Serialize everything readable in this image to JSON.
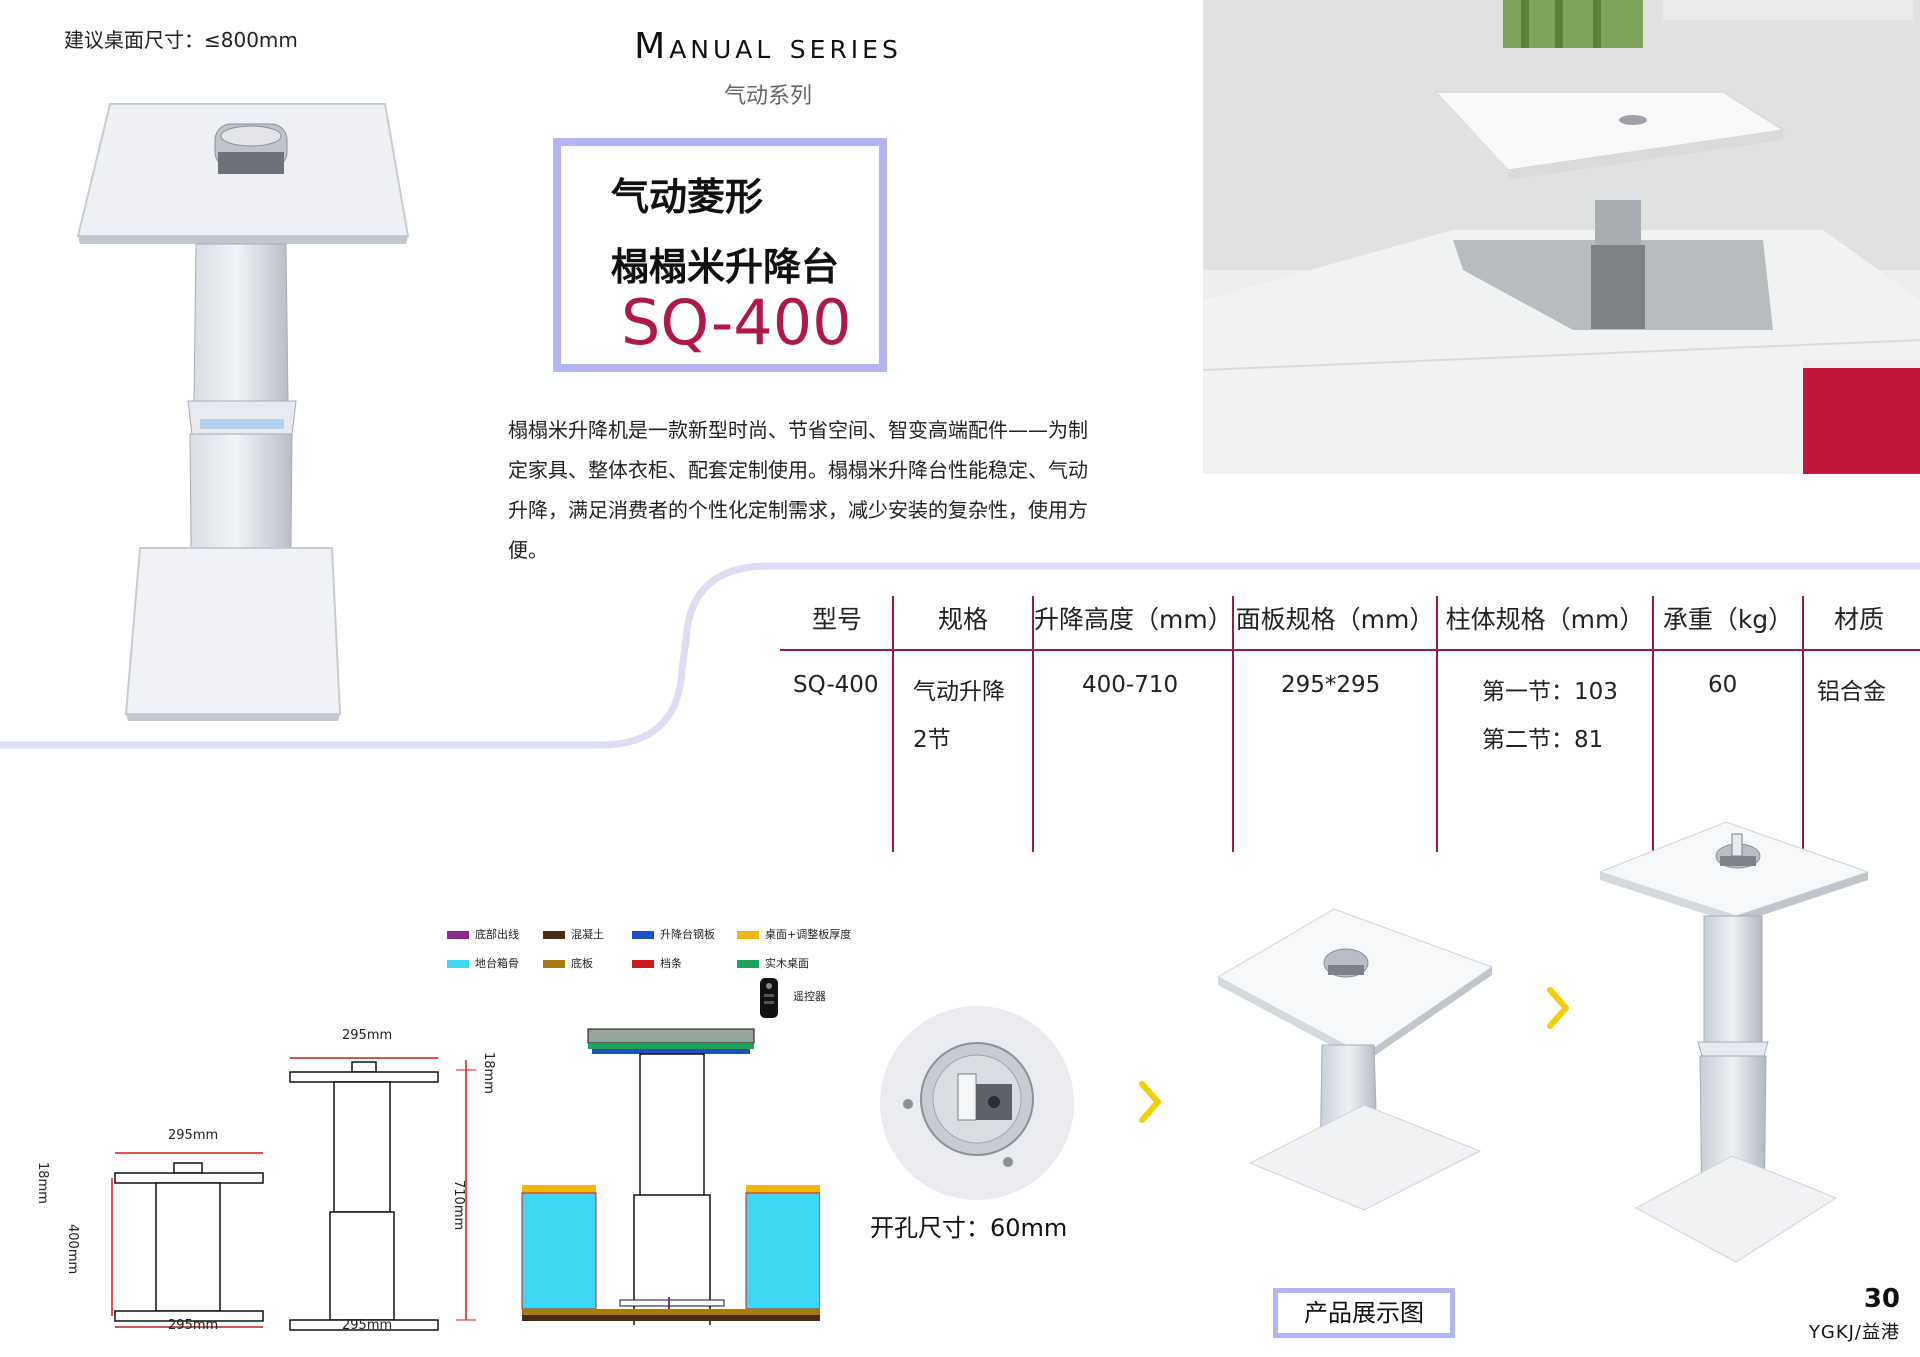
{
  "header": {
    "suggest_size": "建议桌面尺寸：≤800mm",
    "series_en": "Manual series",
    "series_cn": "气动系列"
  },
  "title": {
    "line1": "气动菱形",
    "line2": "榻榻米升降台",
    "model": "SQ-400"
  },
  "description": [
    "榻榻米升降机是一款新型时尚、节省空间、智变高端配件——为制",
    "定家具、整体衣柜、配套定制使用。榻榻米升降台性能稳定、气动",
    "升降，满足消费者的个性化定制需求，减少安装的复杂性，使用方",
    "便。"
  ],
  "spec_table": {
    "headers": [
      "型号",
      "规格",
      "升降高度（mm）",
      "面板规格（mm）",
      "柱体规格（mm）",
      "承重（kg）",
      "材质"
    ],
    "row": {
      "model": "SQ-400",
      "spec_line1": "气动升降",
      "spec_line2": "2节",
      "height": "400-710",
      "panel": "295*295",
      "column_line1": "第一节：103",
      "column_line2": "第二节：81",
      "load": "60",
      "material": "铝合金"
    }
  },
  "legend": [
    {
      "label": "底部出线",
      "color": "#8e2a8e"
    },
    {
      "label": "混凝土",
      "color": "#4a2a10"
    },
    {
      "label": "升降台钢板",
      "color": "#1f4fc8"
    },
    {
      "label": "桌面+调整板厚度",
      "color": "#f2b705"
    },
    {
      "label": "地台箱骨",
      "color": "#3ed8f5"
    },
    {
      "label": "底板",
      "color": "#a87b12"
    },
    {
      "label": "档条",
      "color": "#d01a1a"
    },
    {
      "label": "实木桌面",
      "color": "#1aa35a"
    }
  ],
  "remote_label": "遥控器",
  "dimensions": {
    "width_top_low": "295mm",
    "width_bottom_low": "295mm",
    "thickness_low": "18mm",
    "height_low": "400mm",
    "width_top_high": "295mm",
    "width_bottom_high": "295mm",
    "thickness_high": "18mm",
    "height_high": "710mm"
  },
  "hole_size": "开孔尺寸：60mm",
  "display_label": "产品展示图",
  "footer": {
    "page_number": "30",
    "brand": "YGKJ/益港"
  },
  "colors": {
    "accent_border": "#b3b5f0",
    "model_red": "#b0174a",
    "table_divider": "#9a1a4f",
    "arrow_yellow": "#f0d000"
  }
}
